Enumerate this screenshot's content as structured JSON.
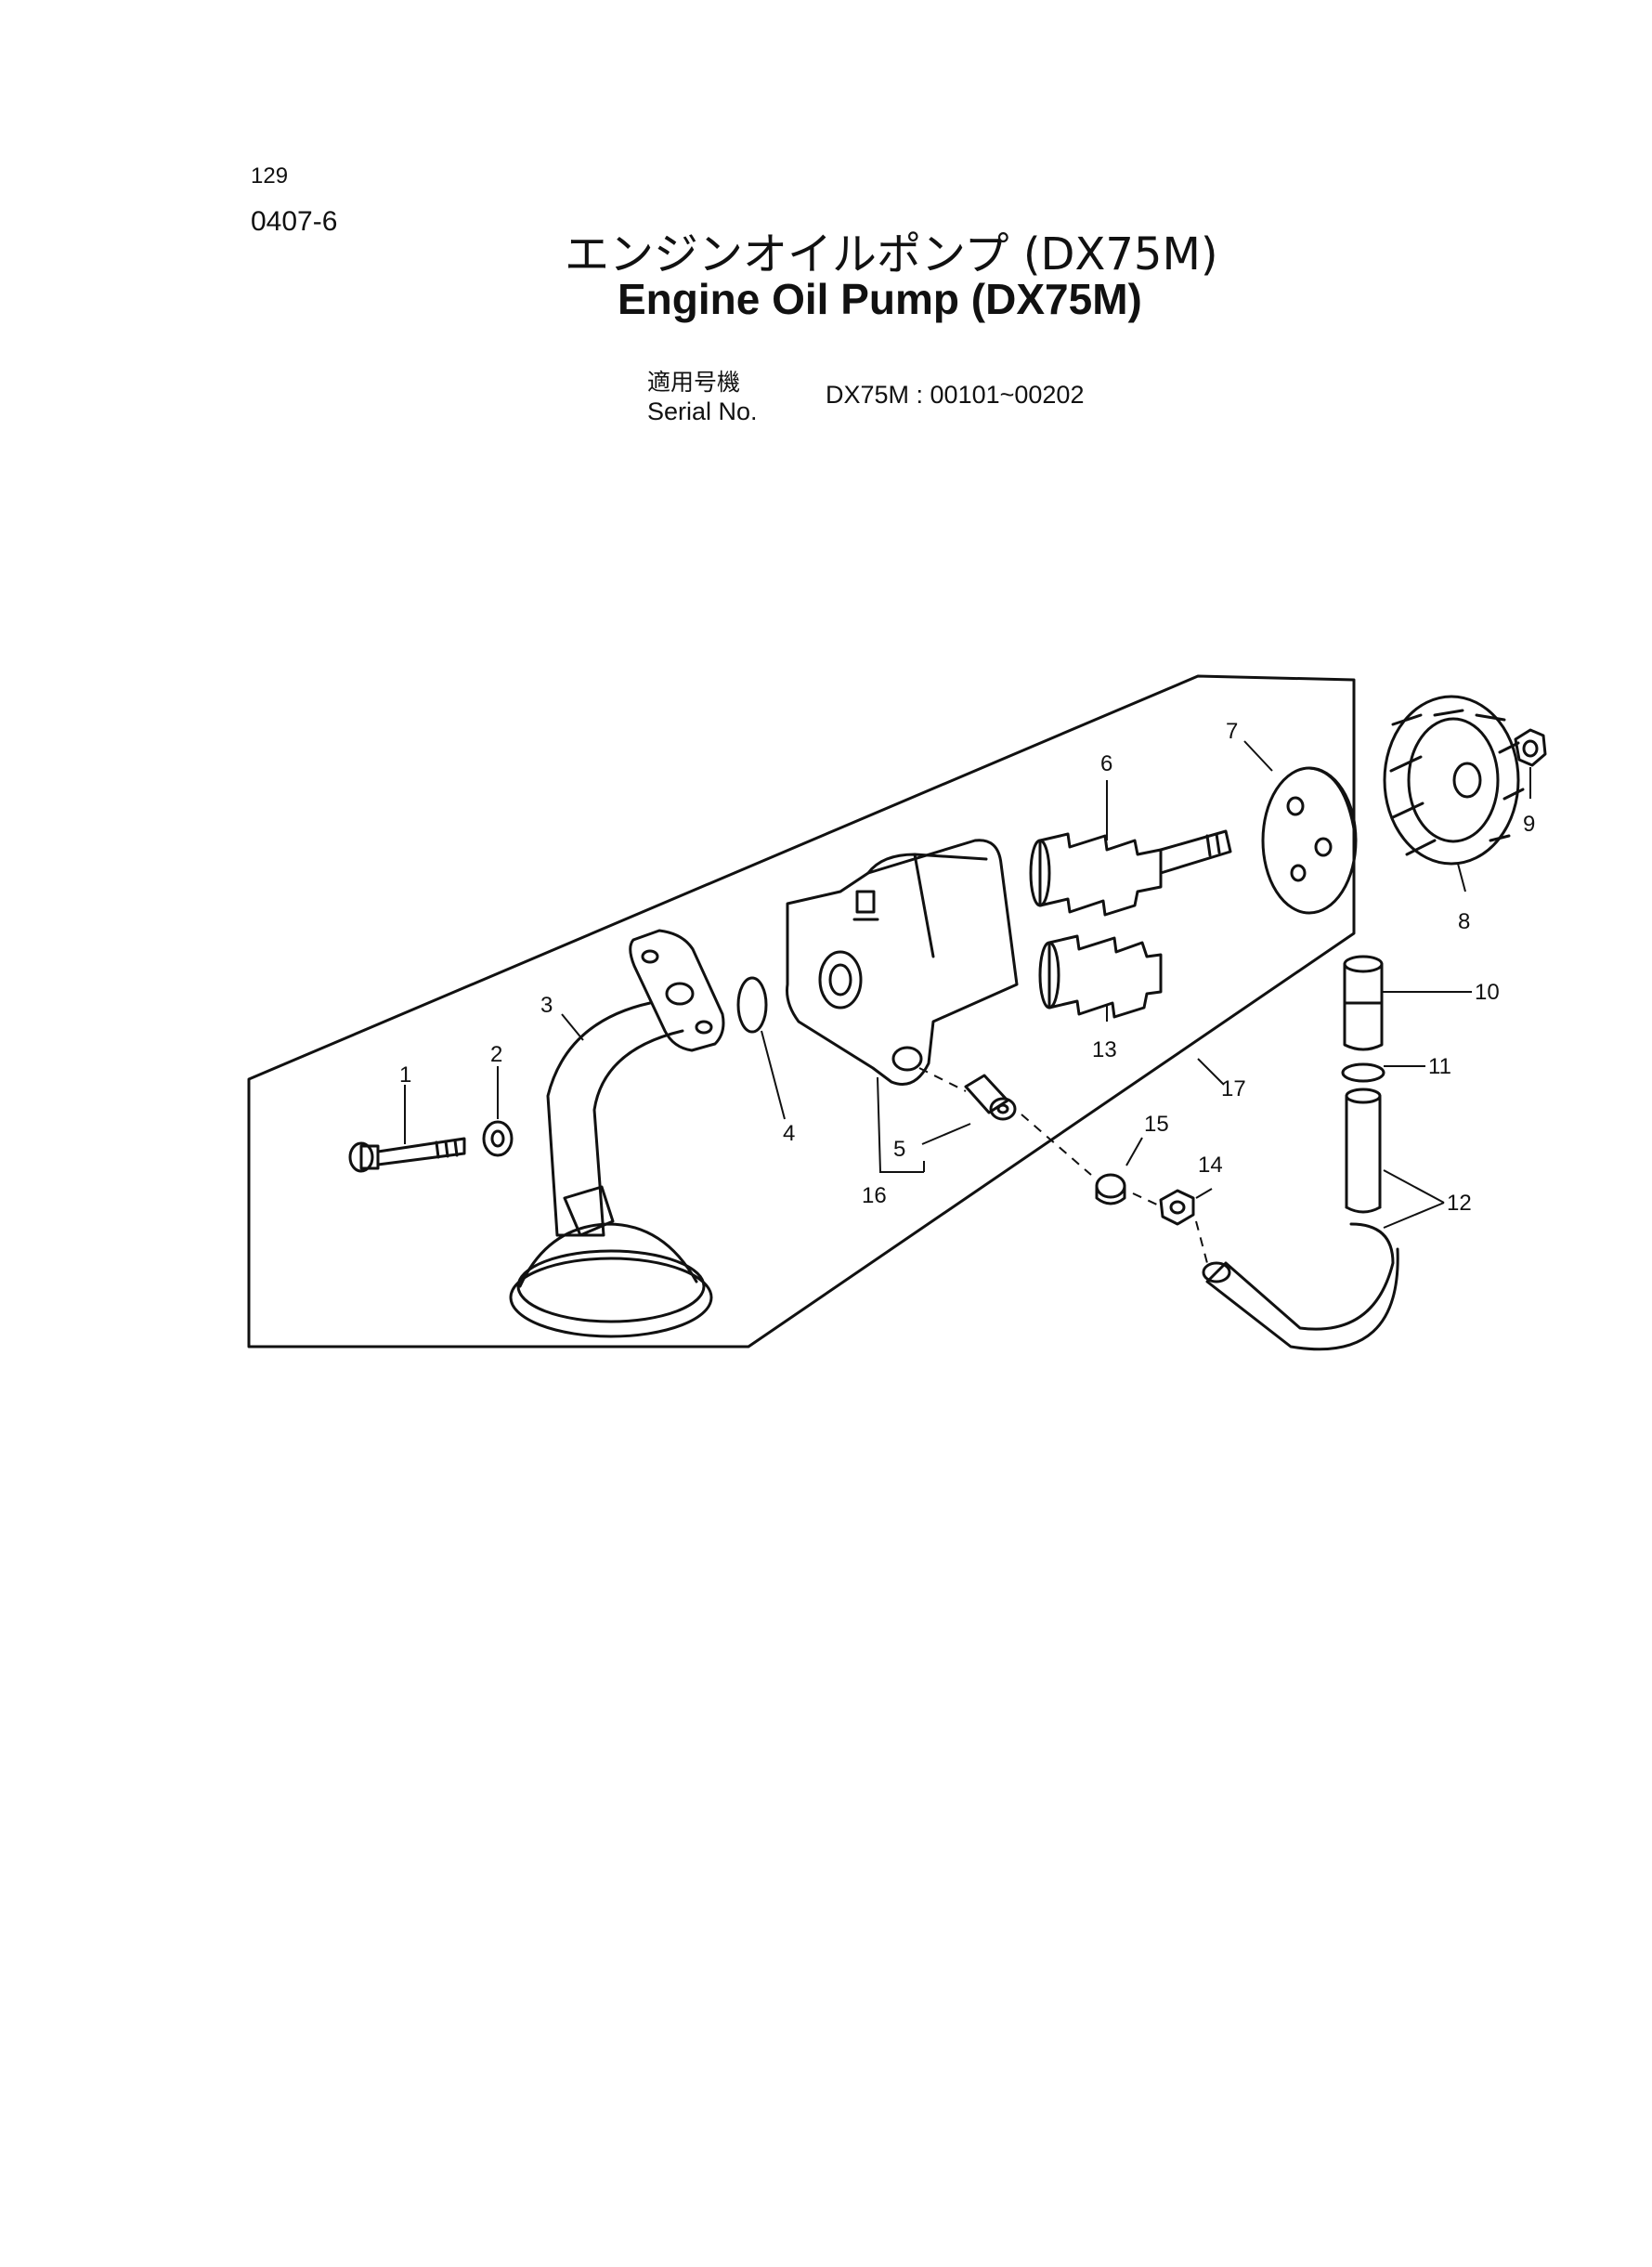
{
  "header": {
    "page_number": "129",
    "section_code": "0407-6",
    "title_jp": "エンジンオイルポンプ (DX75M)",
    "title_en": "Engine Oil Pump (DX75M)",
    "serial_label_jp": "適用号機",
    "serial_label_en": "Serial No.",
    "serial_range": "DX75M : 00101~00202"
  },
  "callouts": [
    {
      "id": "1",
      "text": "1"
    },
    {
      "id": "2",
      "text": "2"
    },
    {
      "id": "3",
      "text": "3"
    },
    {
      "id": "4",
      "text": "4"
    },
    {
      "id": "5",
      "text": "5"
    },
    {
      "id": "6",
      "text": "6"
    },
    {
      "id": "7",
      "text": "7"
    },
    {
      "id": "8",
      "text": "8"
    },
    {
      "id": "9",
      "text": "9"
    },
    {
      "id": "10",
      "text": "10"
    },
    {
      "id": "11",
      "text": "11"
    },
    {
      "id": "12",
      "text": "12"
    },
    {
      "id": "13",
      "text": "13"
    },
    {
      "id": "14",
      "text": "14"
    },
    {
      "id": "15",
      "text": "15"
    },
    {
      "id": "16",
      "text": "16"
    },
    {
      "id": "17",
      "text": "17"
    }
  ]
}
